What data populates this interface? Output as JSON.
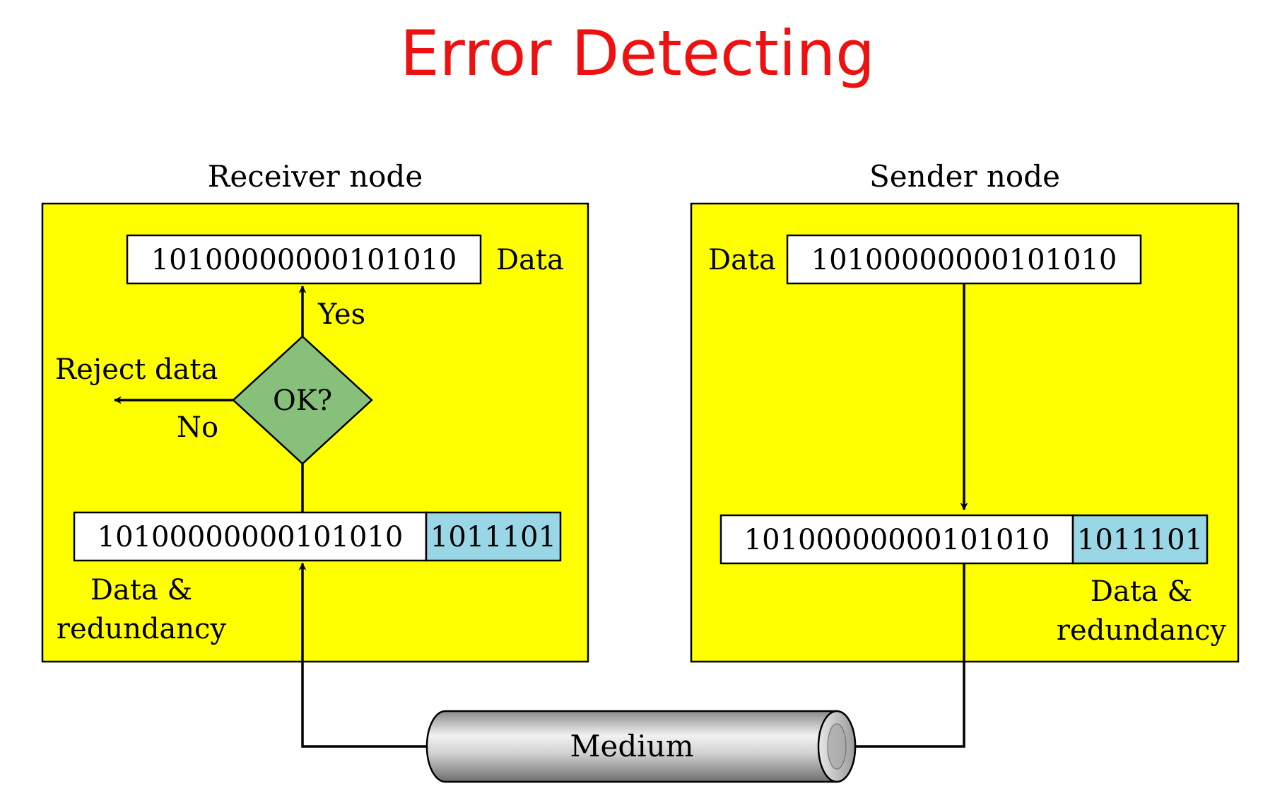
{
  "title": "Error Detecting",
  "colors": {
    "title": "#ee1111",
    "node_panel": "#ffff00",
    "redundancy_box": "#99d6e6",
    "decision": "#86c07a",
    "medium": "#bbbbbb"
  },
  "receiver": {
    "heading": "Receiver node",
    "data_label": "Data",
    "data_bits": "10100000000101010",
    "yes_label": "Yes",
    "no_label": "No",
    "reject_label": "Reject data",
    "decision_label": "OK?",
    "codeword_data_bits": "10100000000101010",
    "codeword_redundancy_bits": "1011101",
    "codeword_label_line1": "Data &",
    "codeword_label_line2": "redundancy"
  },
  "sender": {
    "heading": "Sender node",
    "data_label": "Data",
    "data_bits": "10100000000101010",
    "codeword_data_bits": "10100000000101010",
    "codeword_redundancy_bits": "1011101",
    "codeword_label_line1": "Data &",
    "codeword_label_line2": "redundancy"
  },
  "medium": {
    "label": "Medium"
  }
}
